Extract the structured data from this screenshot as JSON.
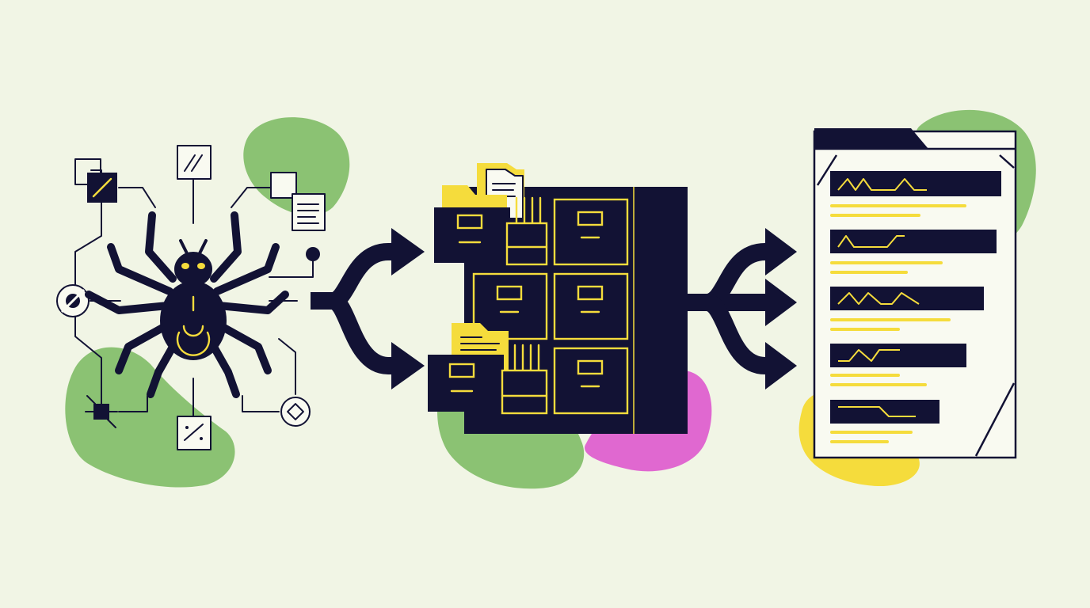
{
  "diagram": {
    "stages": [
      {
        "id": "crawler",
        "icon": "spider-icon"
      },
      {
        "id": "storage",
        "icon": "filing-cabinet-icon"
      },
      {
        "id": "index",
        "icon": "result-list-icon"
      }
    ],
    "flows": [
      {
        "from": "crawler",
        "to": "storage",
        "branches": 2
      },
      {
        "from": "storage",
        "to": "index",
        "branches": 3
      }
    ],
    "result_rows": 5,
    "labels": []
  },
  "colors": {
    "background": "#f1f5e5",
    "ink": "#121234",
    "yellow": "#f5dc3c",
    "green": "#8bc273",
    "pink": "#e068d0",
    "paper": "#f9faf1"
  }
}
